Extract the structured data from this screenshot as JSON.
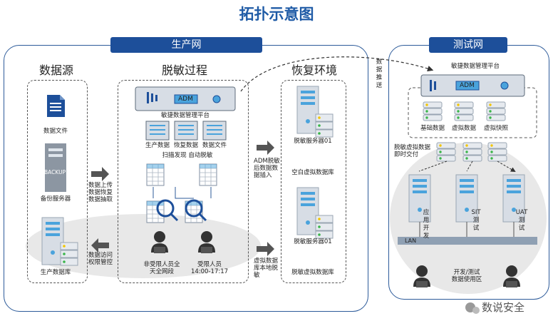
{
  "title": "拓扑示意图",
  "production": {
    "tag": "生产网",
    "data_source": {
      "title": "数据源",
      "file_label": "数据文件",
      "backup_label": "备份服务器",
      "backup_text": "BACKUP",
      "db_label": "生产数据库"
    },
    "desensitize": {
      "title": "脱敏过程",
      "platform_label": "敏捷数据管理平台",
      "adm": "ADM",
      "sources": [
        "生产数据",
        "恢复数据",
        "数据文件"
      ],
      "scan_label": "扫描发现 自动脱敏",
      "user_a": "非受限人员全\n天全网段",
      "user_b": "受限人员\n14:00-17:17"
    },
    "restore": {
      "title": "恢复环境",
      "server1": "脱敏服务器01",
      "db1": "空白虚拟数据库",
      "server2": "脱敏服务器01",
      "db2": "脱敏虚拟数据库"
    },
    "arrows": {
      "upload": "数据上传\n数据恢复\n数据抽取",
      "access": "数据访问\n权限管控",
      "adm_insert": "ADM脱敏\n后数据数\n据插入",
      "virtual_load": "虚拟数据\n库本地脱\n敏"
    }
  },
  "test": {
    "tag": "测试网",
    "push_label": "数据推送",
    "platform_label": "敏捷数据管理平台",
    "adm": "ADM",
    "dbs": [
      "基础数据",
      "虚拟数据",
      "虚拟快照"
    ],
    "deliver": "脱敏虚拟数据\n即时交付",
    "env": [
      "应用开发",
      "SIT测试",
      "UAT测试"
    ],
    "env_vertical": [
      "应\n用\n开\n发",
      "SIT\n测\n试",
      "UAT\n测\n试"
    ],
    "lan": "LAN",
    "zone": "开发/测试\n数据使用区"
  },
  "watermark": "数说安全",
  "colors": {
    "accent": "#1d4f9a",
    "server_top": "#dfe6ee",
    "server_bar": "#4aa3dc",
    "gray": "#b9b9b9"
  }
}
